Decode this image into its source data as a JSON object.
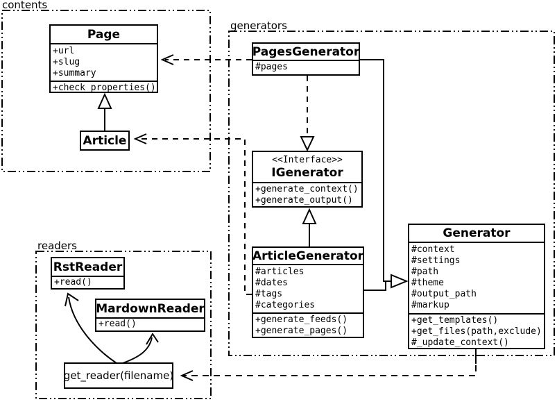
{
  "colors": {
    "stroke": "#000000",
    "background": "#ffffff",
    "text": "#000000"
  },
  "packages": {
    "contents": {
      "label": "contents"
    },
    "generators": {
      "label": "generators"
    },
    "readers": {
      "label": "readers"
    }
  },
  "classes": {
    "page": {
      "name": "Page",
      "attributes": [
        "+url",
        "+slug",
        "+summary"
      ],
      "methods": [
        "+check_properties()"
      ]
    },
    "article": {
      "name": "Article"
    },
    "pages_generator": {
      "name": "PagesGenerator",
      "attributes": [
        "#pages"
      ]
    },
    "igenerator": {
      "stereotype": "<<Interface>>",
      "name": "IGenerator",
      "methods": [
        "+generate_context()",
        "+generate_output()"
      ]
    },
    "article_generator": {
      "name": "ArticleGenerator",
      "attributes": [
        "#articles",
        "#dates",
        "#tags",
        "#categories"
      ],
      "methods": [
        "+generate_feeds()",
        "+generate_pages()"
      ]
    },
    "generator": {
      "name": "Generator",
      "attributes": [
        "#context",
        "#settings",
        "#path",
        "#theme",
        "#output_path",
        "#markup"
      ],
      "methods": [
        "+get_templates()",
        "+get_files(path,exclude)",
        "#_update_context()"
      ]
    },
    "rst_reader": {
      "name": "RstReader",
      "methods": [
        "+read()"
      ]
    },
    "mardown_reader": {
      "name": "MardownReader",
      "methods": [
        "+read()"
      ]
    },
    "get_reader": {
      "name": "get_reader(filename)"
    }
  },
  "relationships": [
    {
      "from": "Article",
      "to": "Page",
      "type": "generalization"
    },
    {
      "from": "PagesGenerator",
      "to": "Page",
      "type": "dependency"
    },
    {
      "from": "ArticleGenerator",
      "to": "Article",
      "type": "dependency"
    },
    {
      "from": "PagesGenerator",
      "to": "IGenerator",
      "type": "realization"
    },
    {
      "from": "ArticleGenerator",
      "to": "IGenerator",
      "type": "generalization"
    },
    {
      "from": "PagesGenerator",
      "to": "Generator",
      "type": "generalization"
    },
    {
      "from": "ArticleGenerator",
      "to": "Generator",
      "type": "generalization"
    },
    {
      "from": "Generator",
      "to": "get_reader(filename)",
      "type": "dependency"
    },
    {
      "from": "get_reader(filename)",
      "to": "RstReader",
      "type": "call-arrow"
    },
    {
      "from": "get_reader(filename)",
      "to": "MardownReader",
      "type": "call-arrow"
    }
  ]
}
